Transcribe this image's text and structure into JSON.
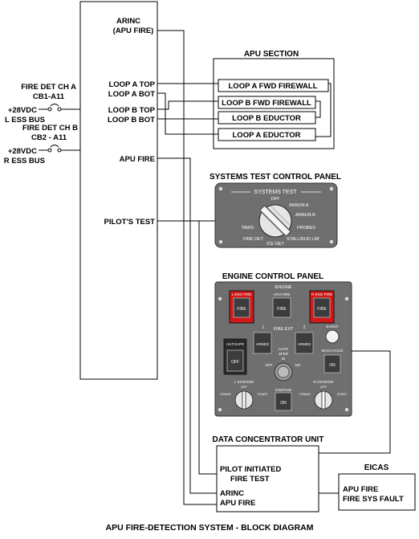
{
  "title": "APU FIRE-DETECTION SYSTEM - BLOCK DIAGRAM",
  "left_inputs": {
    "ch_a_line1": "FIRE DET CH A",
    "ch_a_line2": "CB1-A11",
    "ch_a_volt": "+28VDC",
    "ch_a_bus": "L ESS BUS",
    "ch_b_line1": "FIRE DET CH B",
    "ch_b_line2": "CB2 - A11",
    "ch_b_volt": "+28VDC",
    "ch_b_bus": "R ESS BUS"
  },
  "main_unit": {
    "arinc_line1": "ARINC",
    "arinc_line2": "(APU FIRE)",
    "loop_a_top": "LOOP A TOP",
    "loop_a_bot": "LOOP A BOT",
    "loop_b_top": "LOOP B TOP",
    "loop_b_bot": "LOOP B BOT",
    "apu_fire": "APU FIRE",
    "pilots_test": "PILOT'S TEST"
  },
  "apu_section": {
    "title": "APU SECTION",
    "items": [
      "LOOP A FWD FIREWALL",
      "LOOP B FWD FIREWALL",
      "LOOP B EDUCTOR",
      "LOOP A EDUCTOR"
    ]
  },
  "systems_test_panel": {
    "title": "SYSTEMS TEST CONTROL PANEL",
    "header": "SYSTEMS TEST",
    "positions": {
      "off": "OFF",
      "annun_a": "ANNUN A",
      "annun_b": "ANNUN B",
      "probes": "PROBES",
      "stall": "STALL/RUD LIM",
      "ice": "ICE DET",
      "fire": "FIRE DET",
      "taws": "TAWS"
    }
  },
  "engine_panel": {
    "title": "ENGINE CONTROL PANEL",
    "engine_label": "ENGINE",
    "l_eng_fire": "L ENG FIRE",
    "apu_fire": "APU FIRE",
    "r_eng_fire": "R ENG FIRE",
    "fire": "FIRE",
    "fire_ext": "FIRE EXT",
    "ext1": "1",
    "ext2": "2",
    "armed": "ARMED",
    "autoapr": "AUTOAPR",
    "off": "OFF",
    "auto_xfer_line1": "AUTO",
    "auto_xfer_line2": "XFER",
    "auto_xfer_line3": "IN",
    "knob_off": "OFF",
    "knob_no": "NO",
    "event": "EVENT",
    "mach_hold": "MACH HOLD",
    "on": "ON",
    "l_starter": "L STARTER",
    "r_starter": "R STARTER",
    "crank": "CRANK",
    "start": "START",
    "ignition": "IGNITION"
  },
  "dcu": {
    "title": "DATA CONCENTRATOR UNIT",
    "pilot_line1": "PILOT INITIATED",
    "pilot_line2": "FIRE TEST",
    "arinc": "ARINC",
    "apu_fire": "APU FIRE"
  },
  "eicas": {
    "title": "EICAS",
    "line1": "APU FIRE",
    "line2": "FIRE SYS FAULT"
  },
  "colors": {
    "panel_gray": "#6f6f6f",
    "fire_red": "#d01818",
    "line": "#000000"
  }
}
